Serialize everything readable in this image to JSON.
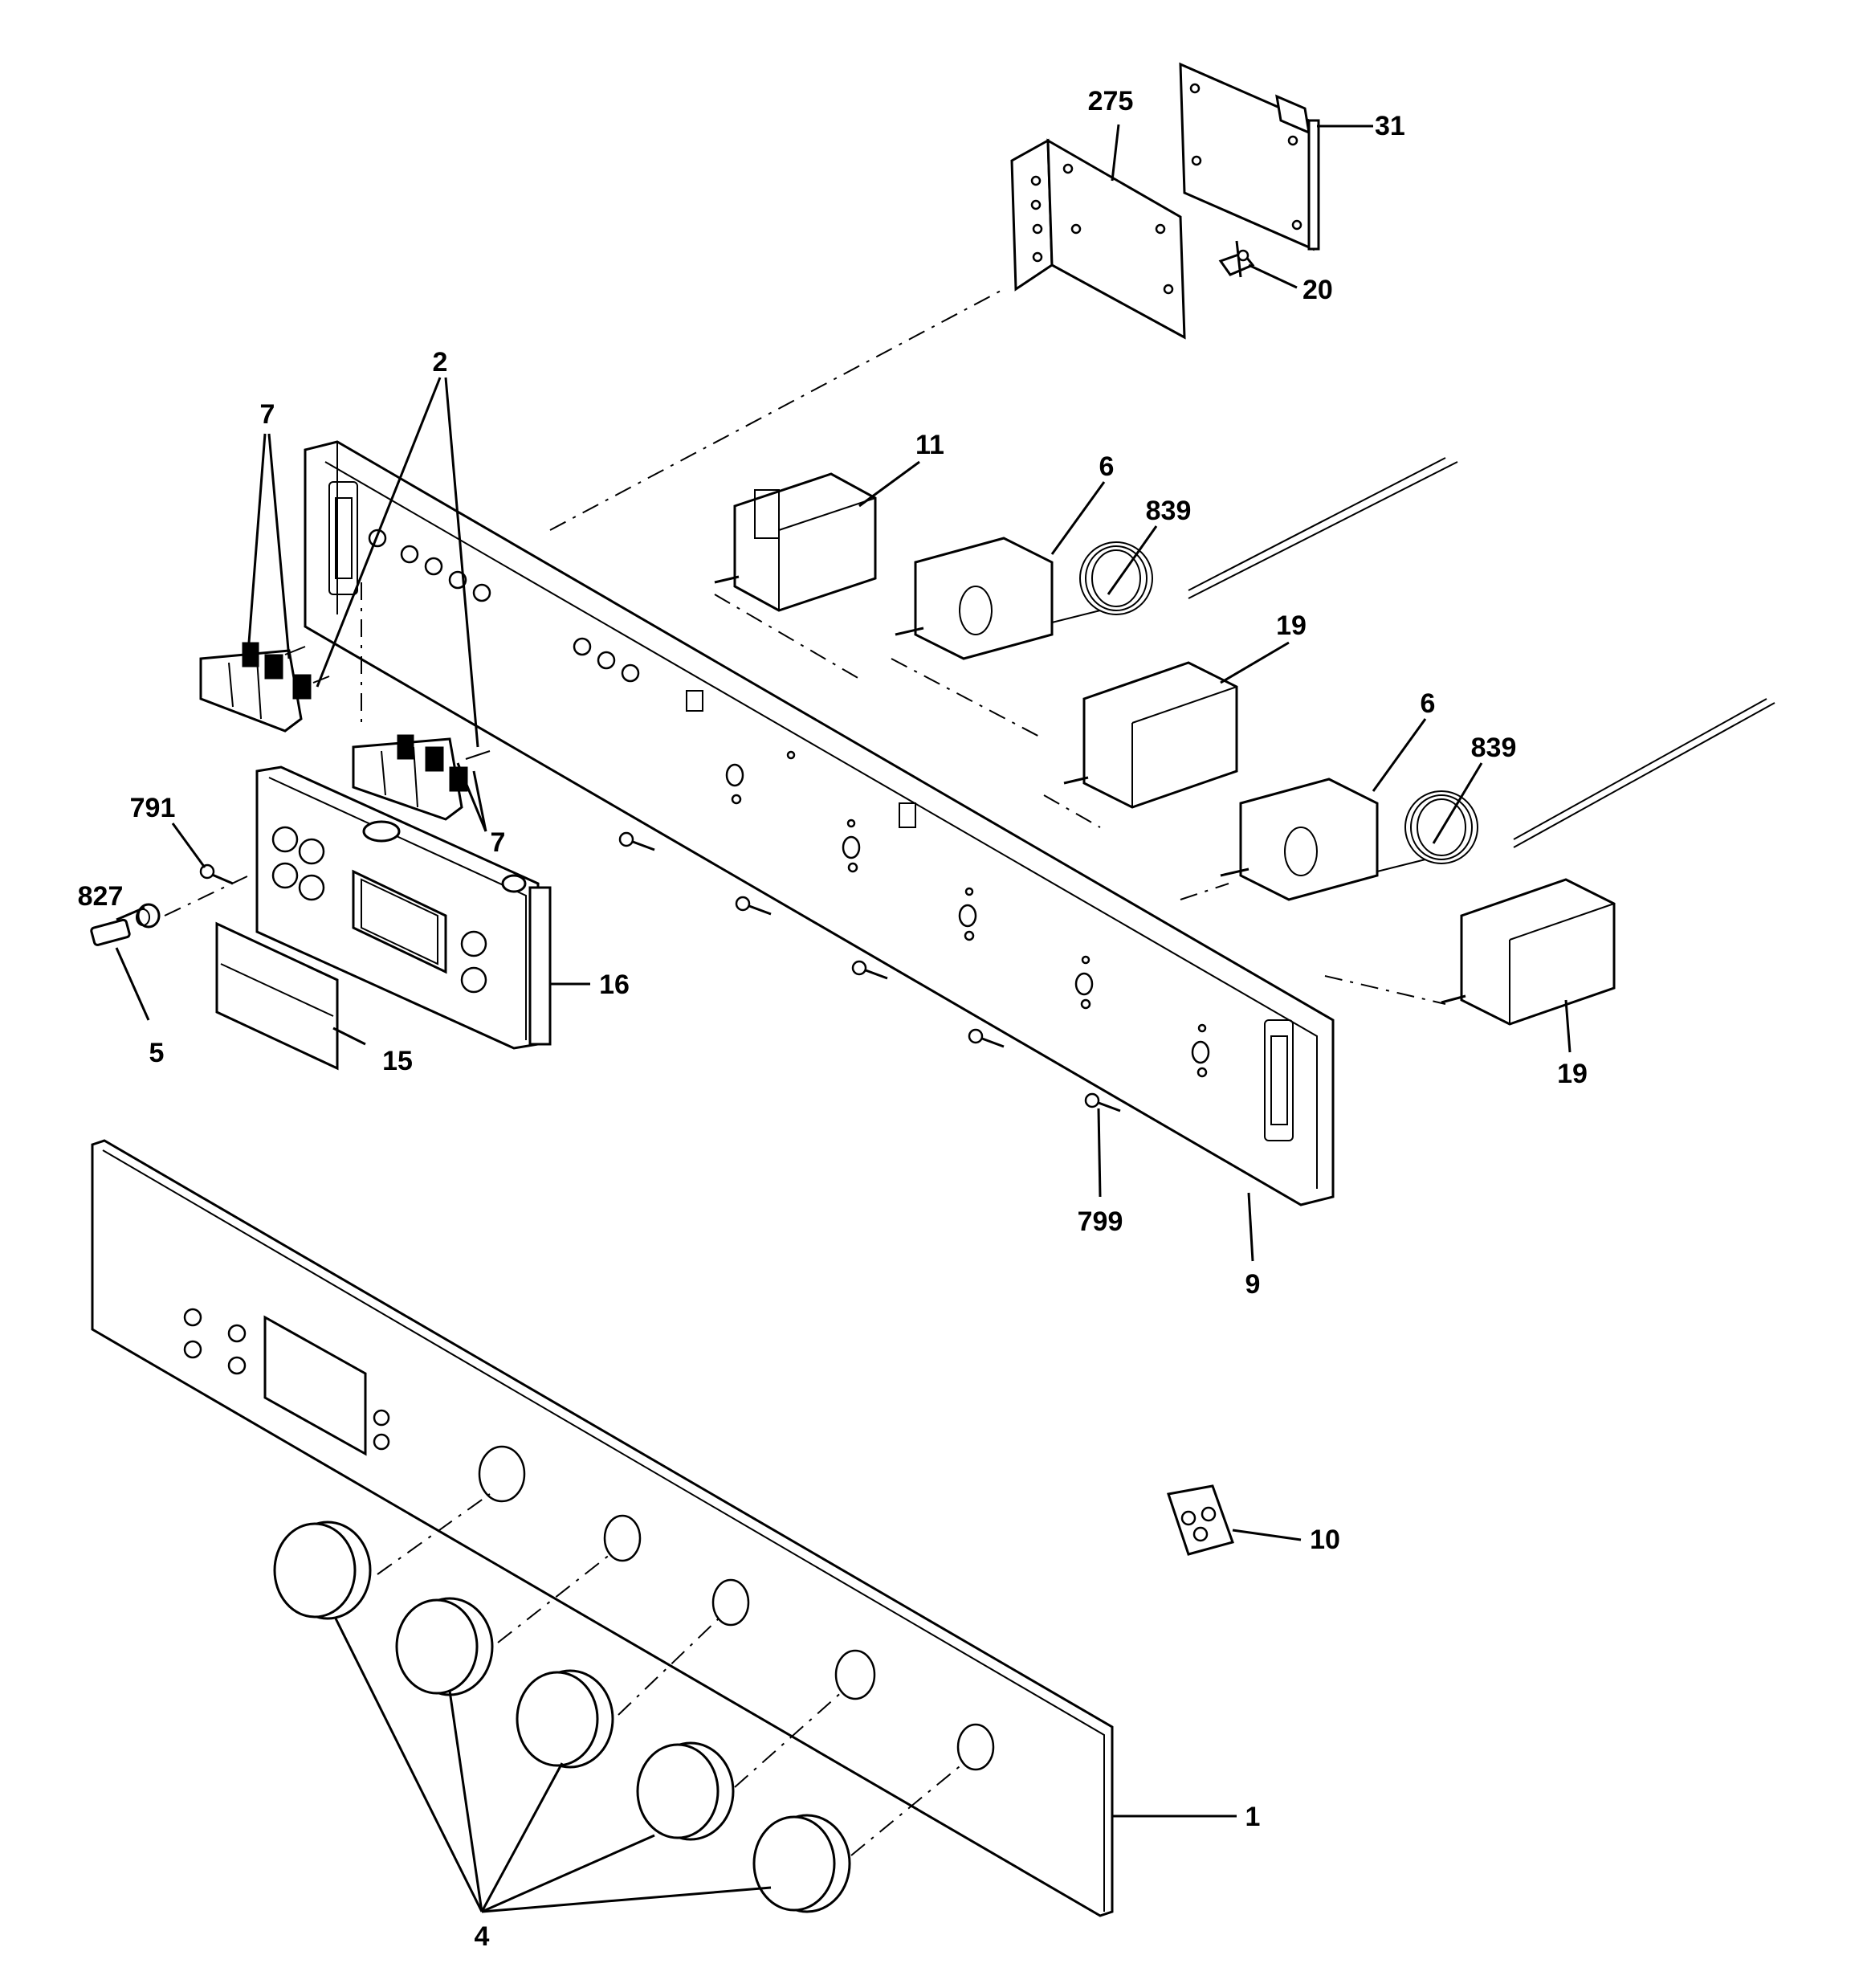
{
  "diagram": {
    "callouts": [
      {
        "id": "275",
        "label": "275"
      },
      {
        "id": "31",
        "label": "31"
      },
      {
        "id": "20",
        "label": "20"
      },
      {
        "id": "2",
        "label": "2"
      },
      {
        "id": "7a",
        "label": "7"
      },
      {
        "id": "7b",
        "label": "7"
      },
      {
        "id": "11",
        "label": "11"
      },
      {
        "id": "6a",
        "label": "6"
      },
      {
        "id": "839a",
        "label": "839"
      },
      {
        "id": "19a",
        "label": "19"
      },
      {
        "id": "6b",
        "label": "6"
      },
      {
        "id": "839b",
        "label": "839"
      },
      {
        "id": "19b",
        "label": "19"
      },
      {
        "id": "791",
        "label": "791"
      },
      {
        "id": "827",
        "label": "827"
      },
      {
        "id": "5",
        "label": "5"
      },
      {
        "id": "16",
        "label": "16"
      },
      {
        "id": "15",
        "label": "15"
      },
      {
        "id": "799",
        "label": "799"
      },
      {
        "id": "9",
        "label": "9"
      },
      {
        "id": "10",
        "label": "10"
      },
      {
        "id": "1",
        "label": "1"
      },
      {
        "id": "4",
        "label": "4"
      }
    ]
  }
}
